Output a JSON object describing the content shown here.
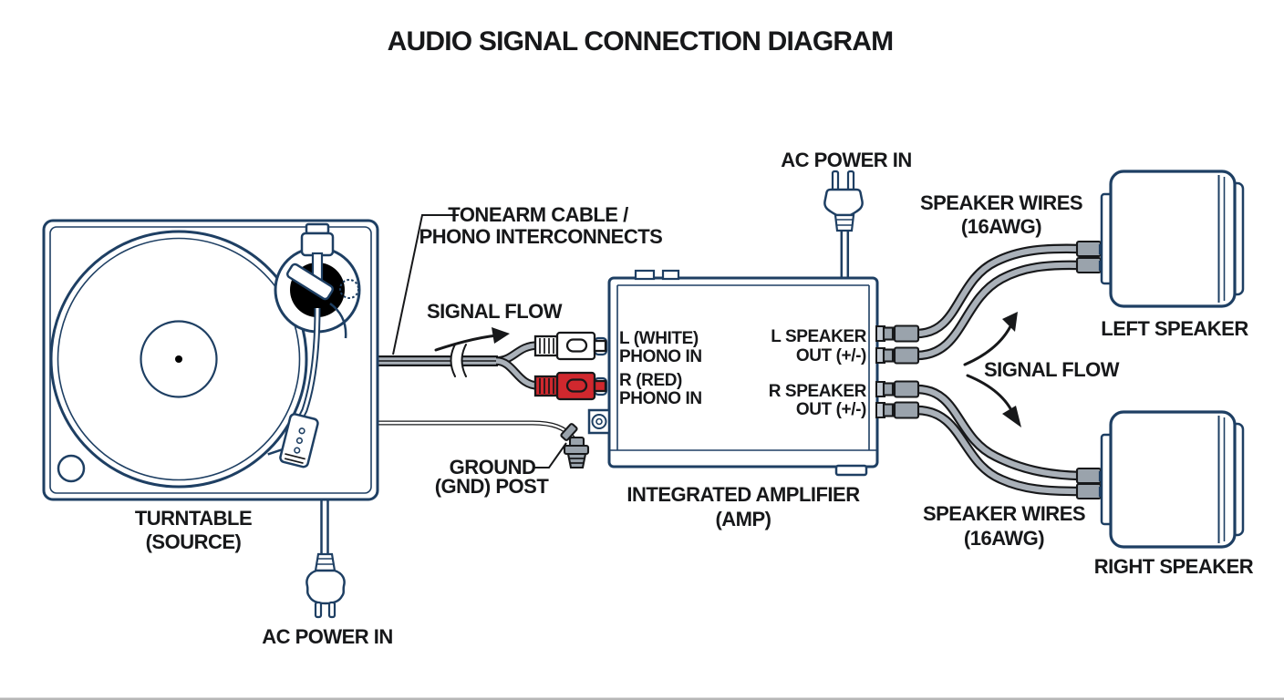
{
  "title": "AUDIO SIGNAL CONNECTION DIAGRAM",
  "colors": {
    "outline": "#1e3f63",
    "ink": "#17181a",
    "cable": "#aab1b9",
    "connector": "#9aa3ac",
    "connector_light": "#c3cad2",
    "rca_red": "#d0282e"
  },
  "turntable": {
    "label_line1": "TURNTABLE",
    "label_line2": "(SOURCE)",
    "power_label": "AC POWER IN"
  },
  "phono_cable": {
    "label_line1": "TONEARM CABLE /",
    "label_line2": "PHONO INTERCONNECTS",
    "signal_flow_label": "SIGNAL FLOW"
  },
  "ground": {
    "label_line1": "GROUND",
    "label_line2": "(GND) POST"
  },
  "amplifier": {
    "label_line1": "INTEGRATED AMPLIFIER",
    "label_line2": "(AMP)",
    "power_label": "AC POWER IN",
    "inputs": {
      "left_line1": "L (WHITE)",
      "left_line2": "PHONO IN",
      "right_line1": "R (RED)",
      "right_line2": "PHONO IN"
    },
    "outputs": {
      "left_line1": "L SPEAKER",
      "left_line2": "OUT (+/-)",
      "right_line1": "R SPEAKER",
      "right_line2": "OUT (+/-)"
    }
  },
  "speaker_wires": {
    "top_line1": "SPEAKER WIRES",
    "top_line2": "(16AWG)",
    "bottom_line1": "SPEAKER WIRES",
    "bottom_line2": "(16AWG)",
    "signal_flow_label": "SIGNAL FLOW"
  },
  "speakers": {
    "left_label": "LEFT SPEAKER",
    "right_label": "RIGHT SPEAKER"
  }
}
